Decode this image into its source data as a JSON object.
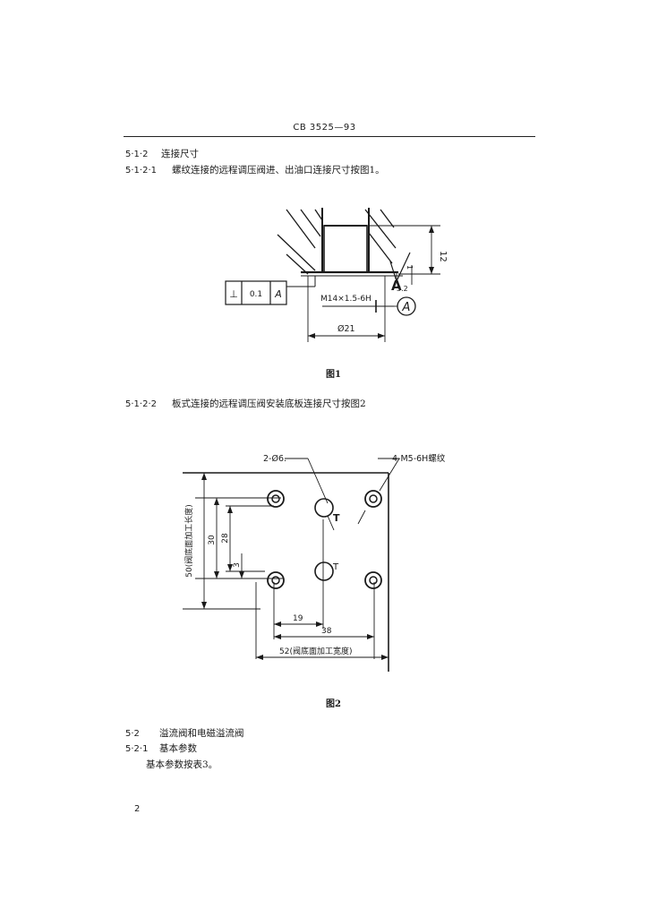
{
  "header": {
    "standard_code": "CB 3525—93"
  },
  "sections": {
    "s512": {
      "num": "5·1·2",
      "text": "连接尺寸"
    },
    "s5121": {
      "num": "5·1·2·1",
      "text": "螺纹连接的远程调压阀进、出油口连接尺寸按图1。"
    },
    "s5122": {
      "num": "5·1·2·2",
      "text": "板式连接的远程调压阀安装底板连接尺寸按图2"
    },
    "s52": {
      "num": "5·2",
      "text": "溢流阀和电磁溢流阀"
    },
    "s521": {
      "num": "5·2·1",
      "text": "基本参数"
    },
    "s521_body": "基本参数按表3。"
  },
  "figure1": {
    "caption": "图1",
    "dim_12": "12",
    "dim_1": "1",
    "thread_label": "M14×1.5-6H",
    "dia_label": "Ø21",
    "datum_letter": "A",
    "roughness": "3.2",
    "tolerance_frame": {
      "symbol": "⊥",
      "value": "0.1",
      "datum": "A"
    }
  },
  "figure2": {
    "caption": "图2",
    "label_holes_left": "2-Ø6.",
    "label_holes_right": "4-M5-6H螺纹",
    "vertical_overall": "50(阀底面加工长度)",
    "dim_30": "30",
    "dim_28": "28",
    "dim_3": "3",
    "dim_19": "19",
    "dim_38": "38",
    "horizontal_overall": "52(阀底面加工宽度)",
    "hole_mark": "T"
  },
  "page_number": "2"
}
